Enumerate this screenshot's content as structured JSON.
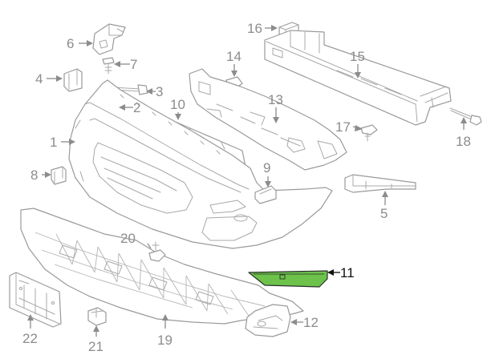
{
  "diagram": {
    "highlight_color": "#6cc24a",
    "line_color": "#9a9a9a",
    "active_callout": "11",
    "callouts": [
      {
        "id": "1",
        "label": "1"
      },
      {
        "id": "2",
        "label": "2"
      },
      {
        "id": "3",
        "label": "3"
      },
      {
        "id": "4",
        "label": "4"
      },
      {
        "id": "5",
        "label": "5"
      },
      {
        "id": "6",
        "label": "6"
      },
      {
        "id": "7",
        "label": "7"
      },
      {
        "id": "8",
        "label": "8"
      },
      {
        "id": "9",
        "label": "9"
      },
      {
        "id": "10",
        "label": "10"
      },
      {
        "id": "11",
        "label": "11"
      },
      {
        "id": "12",
        "label": "12"
      },
      {
        "id": "13",
        "label": "13"
      },
      {
        "id": "14",
        "label": "14"
      },
      {
        "id": "15",
        "label": "15"
      },
      {
        "id": "16",
        "label": "16"
      },
      {
        "id": "17",
        "label": "17"
      },
      {
        "id": "18",
        "label": "18"
      },
      {
        "id": "19",
        "label": "19"
      },
      {
        "id": "20",
        "label": "20"
      },
      {
        "id": "21",
        "label": "21"
      },
      {
        "id": "22",
        "label": "22"
      }
    ]
  }
}
